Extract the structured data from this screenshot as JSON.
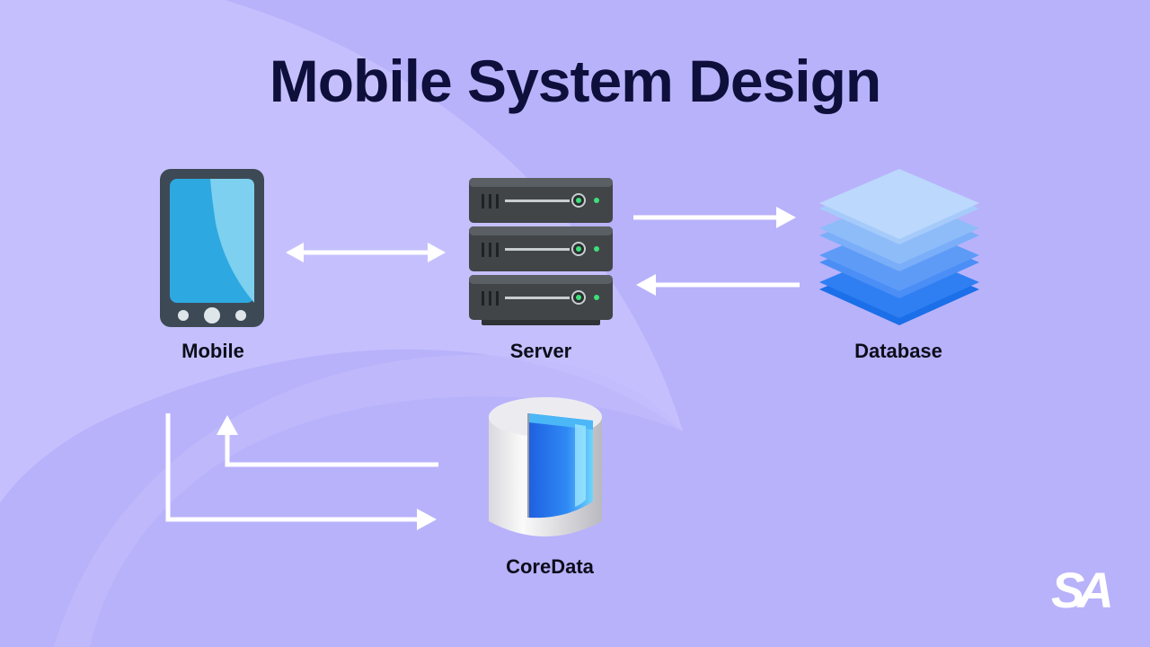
{
  "title": "Mobile System Design",
  "nodes": {
    "mobile": {
      "label": "Mobile",
      "icon": "smartphone-icon"
    },
    "server": {
      "label": "Server",
      "icon": "server-rack-icon"
    },
    "database": {
      "label": "Database",
      "icon": "stacked-layers-icon"
    },
    "coredata": {
      "label": "CoreData",
      "icon": "cylinder-storage-icon"
    }
  },
  "edges": [
    {
      "from": "Mobile",
      "to": "Server",
      "direction": "bidirectional"
    },
    {
      "from": "Server",
      "to": "Database",
      "direction": "forward"
    },
    {
      "from": "Database",
      "to": "Server",
      "direction": "forward"
    },
    {
      "from": "Mobile",
      "to": "CoreData",
      "direction": "forward"
    },
    {
      "from": "CoreData",
      "to": "Mobile",
      "direction": "forward"
    }
  ],
  "logo": {
    "text": "SA"
  },
  "colors": {
    "background": "#b8b2fb",
    "title": "#0f0f3c",
    "arrow": "#ffffff",
    "phone_body": "#3d4a55",
    "phone_screen": "#2ea8e0",
    "server_body": "#414548",
    "server_led": "#3ee07a",
    "db_layer": "#3d8bf5",
    "cylinder_glass": "#2f7cf0"
  }
}
